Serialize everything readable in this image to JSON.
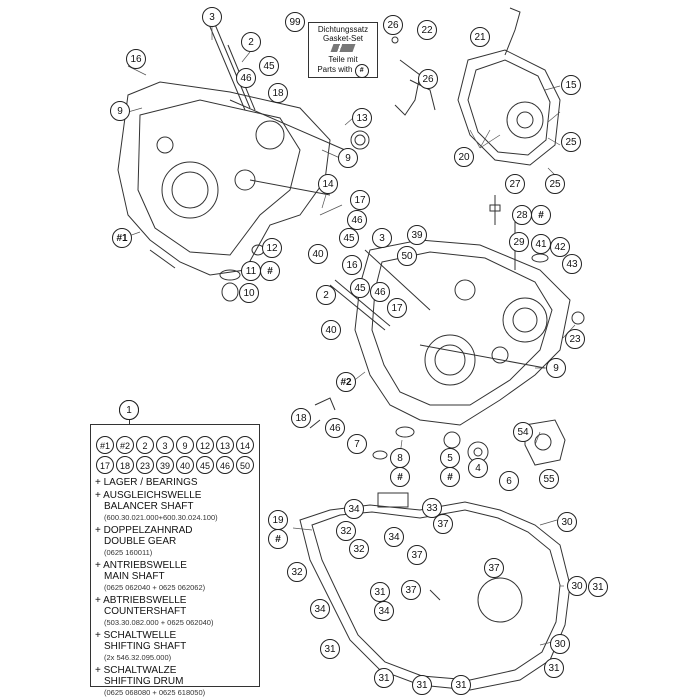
{
  "gasket_box": {
    "callout": "99",
    "line1": "Dichtungssatz",
    "line2": "Gasket-Set",
    "line3": "Teile mit",
    "line4": "Parts with",
    "symbol": "#"
  },
  "callouts": [
    {
      "id": "c3a",
      "label": "3"
    },
    {
      "id": "c2a",
      "label": "2"
    },
    {
      "id": "c16a",
      "label": "16"
    },
    {
      "id": "c9a",
      "label": "9"
    },
    {
      "id": "c46a",
      "label": "46"
    },
    {
      "id": "c45a",
      "label": "45"
    },
    {
      "id": "c18a",
      "label": "18"
    },
    {
      "id": "c13a",
      "label": "13"
    },
    {
      "id": "c9b",
      "label": "9"
    },
    {
      "id": "c14a",
      "label": "14"
    },
    {
      "id": "c17a",
      "label": "17"
    },
    {
      "id": "c46b",
      "label": "46"
    },
    {
      "id": "c45b",
      "label": "45"
    },
    {
      "id": "c40a",
      "label": "40"
    },
    {
      "id": "c12a",
      "label": "12"
    },
    {
      "id": "c11a",
      "label": "11"
    },
    {
      "id": "h11a",
      "label": "#"
    },
    {
      "id": "c10a",
      "label": "10"
    },
    {
      "id": "h1a",
      "label": "#1"
    },
    {
      "id": "c26a",
      "label": "26"
    },
    {
      "id": "c22a",
      "label": "22"
    },
    {
      "id": "c26b",
      "label": "26"
    },
    {
      "id": "c21a",
      "label": "21"
    },
    {
      "id": "c15a",
      "label": "15"
    },
    {
      "id": "c20a",
      "label": "20"
    },
    {
      "id": "c25a",
      "label": "25"
    },
    {
      "id": "c25b",
      "label": "25"
    },
    {
      "id": "c27a",
      "label": "27"
    },
    {
      "id": "c28a",
      "label": "28"
    },
    {
      "id": "h28a",
      "label": "#"
    },
    {
      "id": "c3b",
      "label": "3"
    },
    {
      "id": "c39a",
      "label": "39"
    },
    {
      "id": "c50a",
      "label": "50"
    },
    {
      "id": "c29a",
      "label": "29"
    },
    {
      "id": "c41a",
      "label": "41"
    },
    {
      "id": "c42a",
      "label": "42"
    },
    {
      "id": "c43a",
      "label": "43"
    },
    {
      "id": "c16b",
      "label": "16"
    },
    {
      "id": "c2b",
      "label": "2"
    },
    {
      "id": "c45c",
      "label": "45"
    },
    {
      "id": "c46c",
      "label": "46"
    },
    {
      "id": "c17b",
      "label": "17"
    },
    {
      "id": "c40b",
      "label": "40"
    },
    {
      "id": "c23a",
      "label": "23"
    },
    {
      "id": "c9c",
      "label": "9"
    },
    {
      "id": "h2a",
      "label": "#2"
    },
    {
      "id": "c18b",
      "label": "18"
    },
    {
      "id": "c46d",
      "label": "46"
    },
    {
      "id": "c7a",
      "label": "7"
    },
    {
      "id": "c8a",
      "label": "8"
    },
    {
      "id": "h8a",
      "label": "#"
    },
    {
      "id": "c54a",
      "label": "54"
    },
    {
      "id": "c5a",
      "label": "5"
    },
    {
      "id": "h5a",
      "label": "#"
    },
    {
      "id": "c4a",
      "label": "4"
    },
    {
      "id": "c6a",
      "label": "6"
    },
    {
      "id": "c55a",
      "label": "55"
    },
    {
      "id": "c34a",
      "label": "34"
    },
    {
      "id": "c33a",
      "label": "33"
    },
    {
      "id": "c19a",
      "label": "19"
    },
    {
      "id": "h19a",
      "label": "#"
    },
    {
      "id": "c32a",
      "label": "32"
    },
    {
      "id": "c34b",
      "label": "34"
    },
    {
      "id": "c37a",
      "label": "37"
    },
    {
      "id": "c30a",
      "label": "30"
    },
    {
      "id": "c32b",
      "label": "32"
    },
    {
      "id": "c37b",
      "label": "37"
    },
    {
      "id": "c37c",
      "label": "37"
    },
    {
      "id": "c32c",
      "label": "32"
    },
    {
      "id": "c31a",
      "label": "31"
    },
    {
      "id": "c37d",
      "label": "37"
    },
    {
      "id": "c30b",
      "label": "30"
    },
    {
      "id": "c34c",
      "label": "34"
    },
    {
      "id": "c34d",
      "label": "34"
    },
    {
      "id": "c31b",
      "label": "31"
    },
    {
      "id": "c30c",
      "label": "30"
    },
    {
      "id": "c31c",
      "label": "31"
    },
    {
      "id": "c31d",
      "label": "31"
    },
    {
      "id": "c31e",
      "label": "31"
    },
    {
      "id": "c31f",
      "label": "31"
    },
    {
      "id": "c31g",
      "label": "31"
    },
    {
      "id": "c1a",
      "label": "1"
    }
  ],
  "legend": {
    "title": "1",
    "grid": [
      "#1",
      "#2",
      "2",
      "3",
      "9",
      "12",
      "13",
      "14",
      "17",
      "18",
      "23",
      "39",
      "40",
      "45",
      "46",
      "50"
    ],
    "header": "+ LAGER / BEARINGS",
    "items": [
      {
        "de": "AUSGLEICHSWELLE",
        "en": "BALANCER SHAFT",
        "pn": "(600.30.021.000+600.30.024.100)"
      },
      {
        "de": "DOPPELZAHNRAD",
        "en": "DOUBLE GEAR",
        "pn": "(0625 160011)"
      },
      {
        "de": "ANTRIEBSWELLE",
        "en": "MAIN SHAFT",
        "pn": "(0625 062040 + 0625 062062)"
      },
      {
        "de": "ABTRIEBSWELLE",
        "en": "COUNTERSHAFT",
        "pn": "(503.30.082.000 + 0625 062040)"
      },
      {
        "de": "SCHALTWELLE",
        "en": "SHIFTING SHAFT",
        "pn": "(2x 546.32.095.000)"
      },
      {
        "de": "SCHALTWALZE",
        "en": "SHIFTING DRUM",
        "pn": "(0625 068080 + 0625 618050)"
      }
    ]
  }
}
